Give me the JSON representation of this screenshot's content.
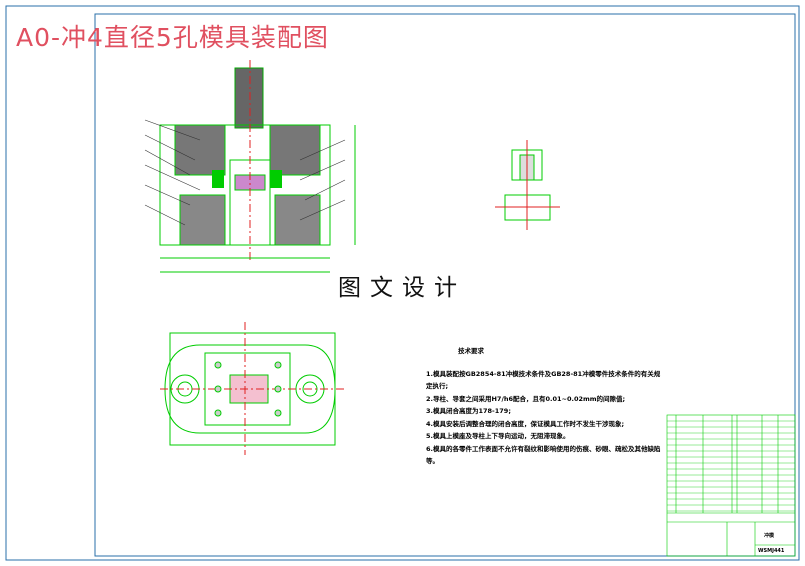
{
  "title": "A0-冲4直径5孔模具装配图",
  "watermark": "图文设计",
  "technical_requirements": {
    "heading": "技术要求",
    "items": [
      "1.模具装配按GB2854-81冲模技术条件及GB28-81冲模零件技术条件的有关规定执行;",
      "2.导柱、导套之间采用H7/h6配合，且有0.01~0.02mm的间隙值;",
      "3.模具闭合高度为178-179;",
      "4.模具安装后调整合理的闭合高度，保证模具工作时不发生干涉现象;",
      "5.模具上模座及导柱上下导向运动，无阻滞现象。",
      "6.模具的各零件工作表面不允许有裂纹和影响使用的伤痕、砂眼、疏松及其他缺陷等。"
    ]
  },
  "title_block": {
    "drawing_name": "冲模",
    "drawing_number": "WSMJ441"
  },
  "colors": {
    "frame": "#2a6fa8",
    "geometry": "#00c000",
    "centerline": "#e02020",
    "hatch": "#555555",
    "title": "#e05060"
  }
}
